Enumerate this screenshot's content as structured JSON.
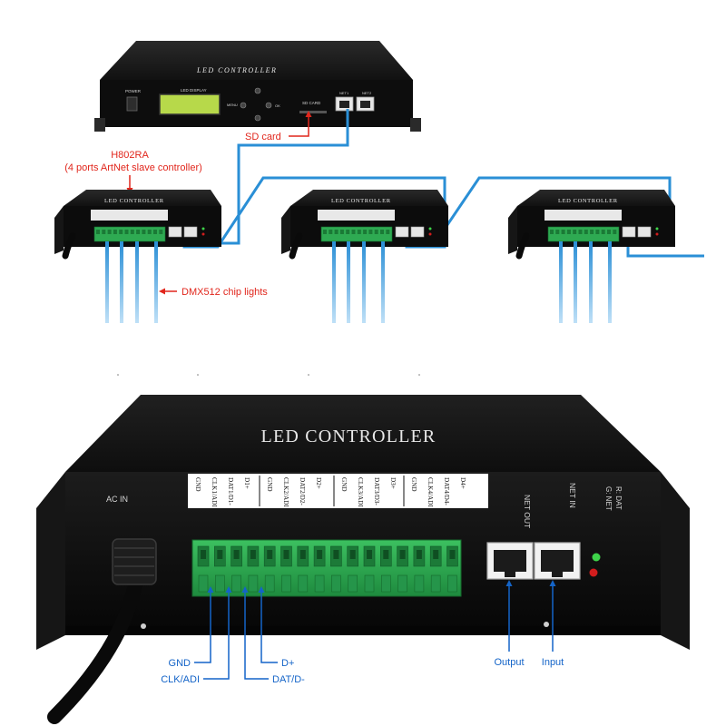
{
  "top": {
    "master": {
      "title": "LED CONTROLLER",
      "power_label": "POWER",
      "display_label": "LED DISPLAY",
      "menu_label": "MENU",
      "ok_label": "OK",
      "sd_label": "SD CARD",
      "net1_label": "NET1",
      "net2_label": "NET2"
    },
    "annotations": {
      "sd_card": "SD card",
      "model": "H802RA",
      "model_desc": "(4 ports ArtNet slave controller)",
      "dmx": "DMX512 chip lights"
    },
    "slave_title": "LED CONTROLLER"
  },
  "bottom": {
    "title": "LED CONTROLLER",
    "ac_in": "AC IN",
    "net_out": "NET OUT",
    "net_in": "NET IN",
    "led_legend_1": "G: NET",
    "led_legend_2": "R: DAT",
    "terminal_groups": [
      [
        "GND",
        "CLK1/ADI",
        "DAT1/D1-",
        "D1+"
      ],
      [
        "GND",
        "CLK2/ADI",
        "DAT2/D2-",
        "D2+"
      ],
      [
        "GND",
        "CLK3/ADI",
        "DAT3/D3-",
        "D3+"
      ],
      [
        "GND",
        "CLK4/ADI",
        "DAT4/D4-",
        "D4+"
      ]
    ],
    "callouts": {
      "gnd": "GND",
      "clk": "CLK/ADI",
      "dat": "DAT/D-",
      "dplus": "D+",
      "output": "Output",
      "input": "Input"
    }
  },
  "colors": {
    "case": "#1a1a1a",
    "terminal": "#2eaa52",
    "cable": "#2a8fd6",
    "annotation_red": "#e1261c",
    "annotation_blue": "#1464c8",
    "lcd": "#b7d94a"
  }
}
